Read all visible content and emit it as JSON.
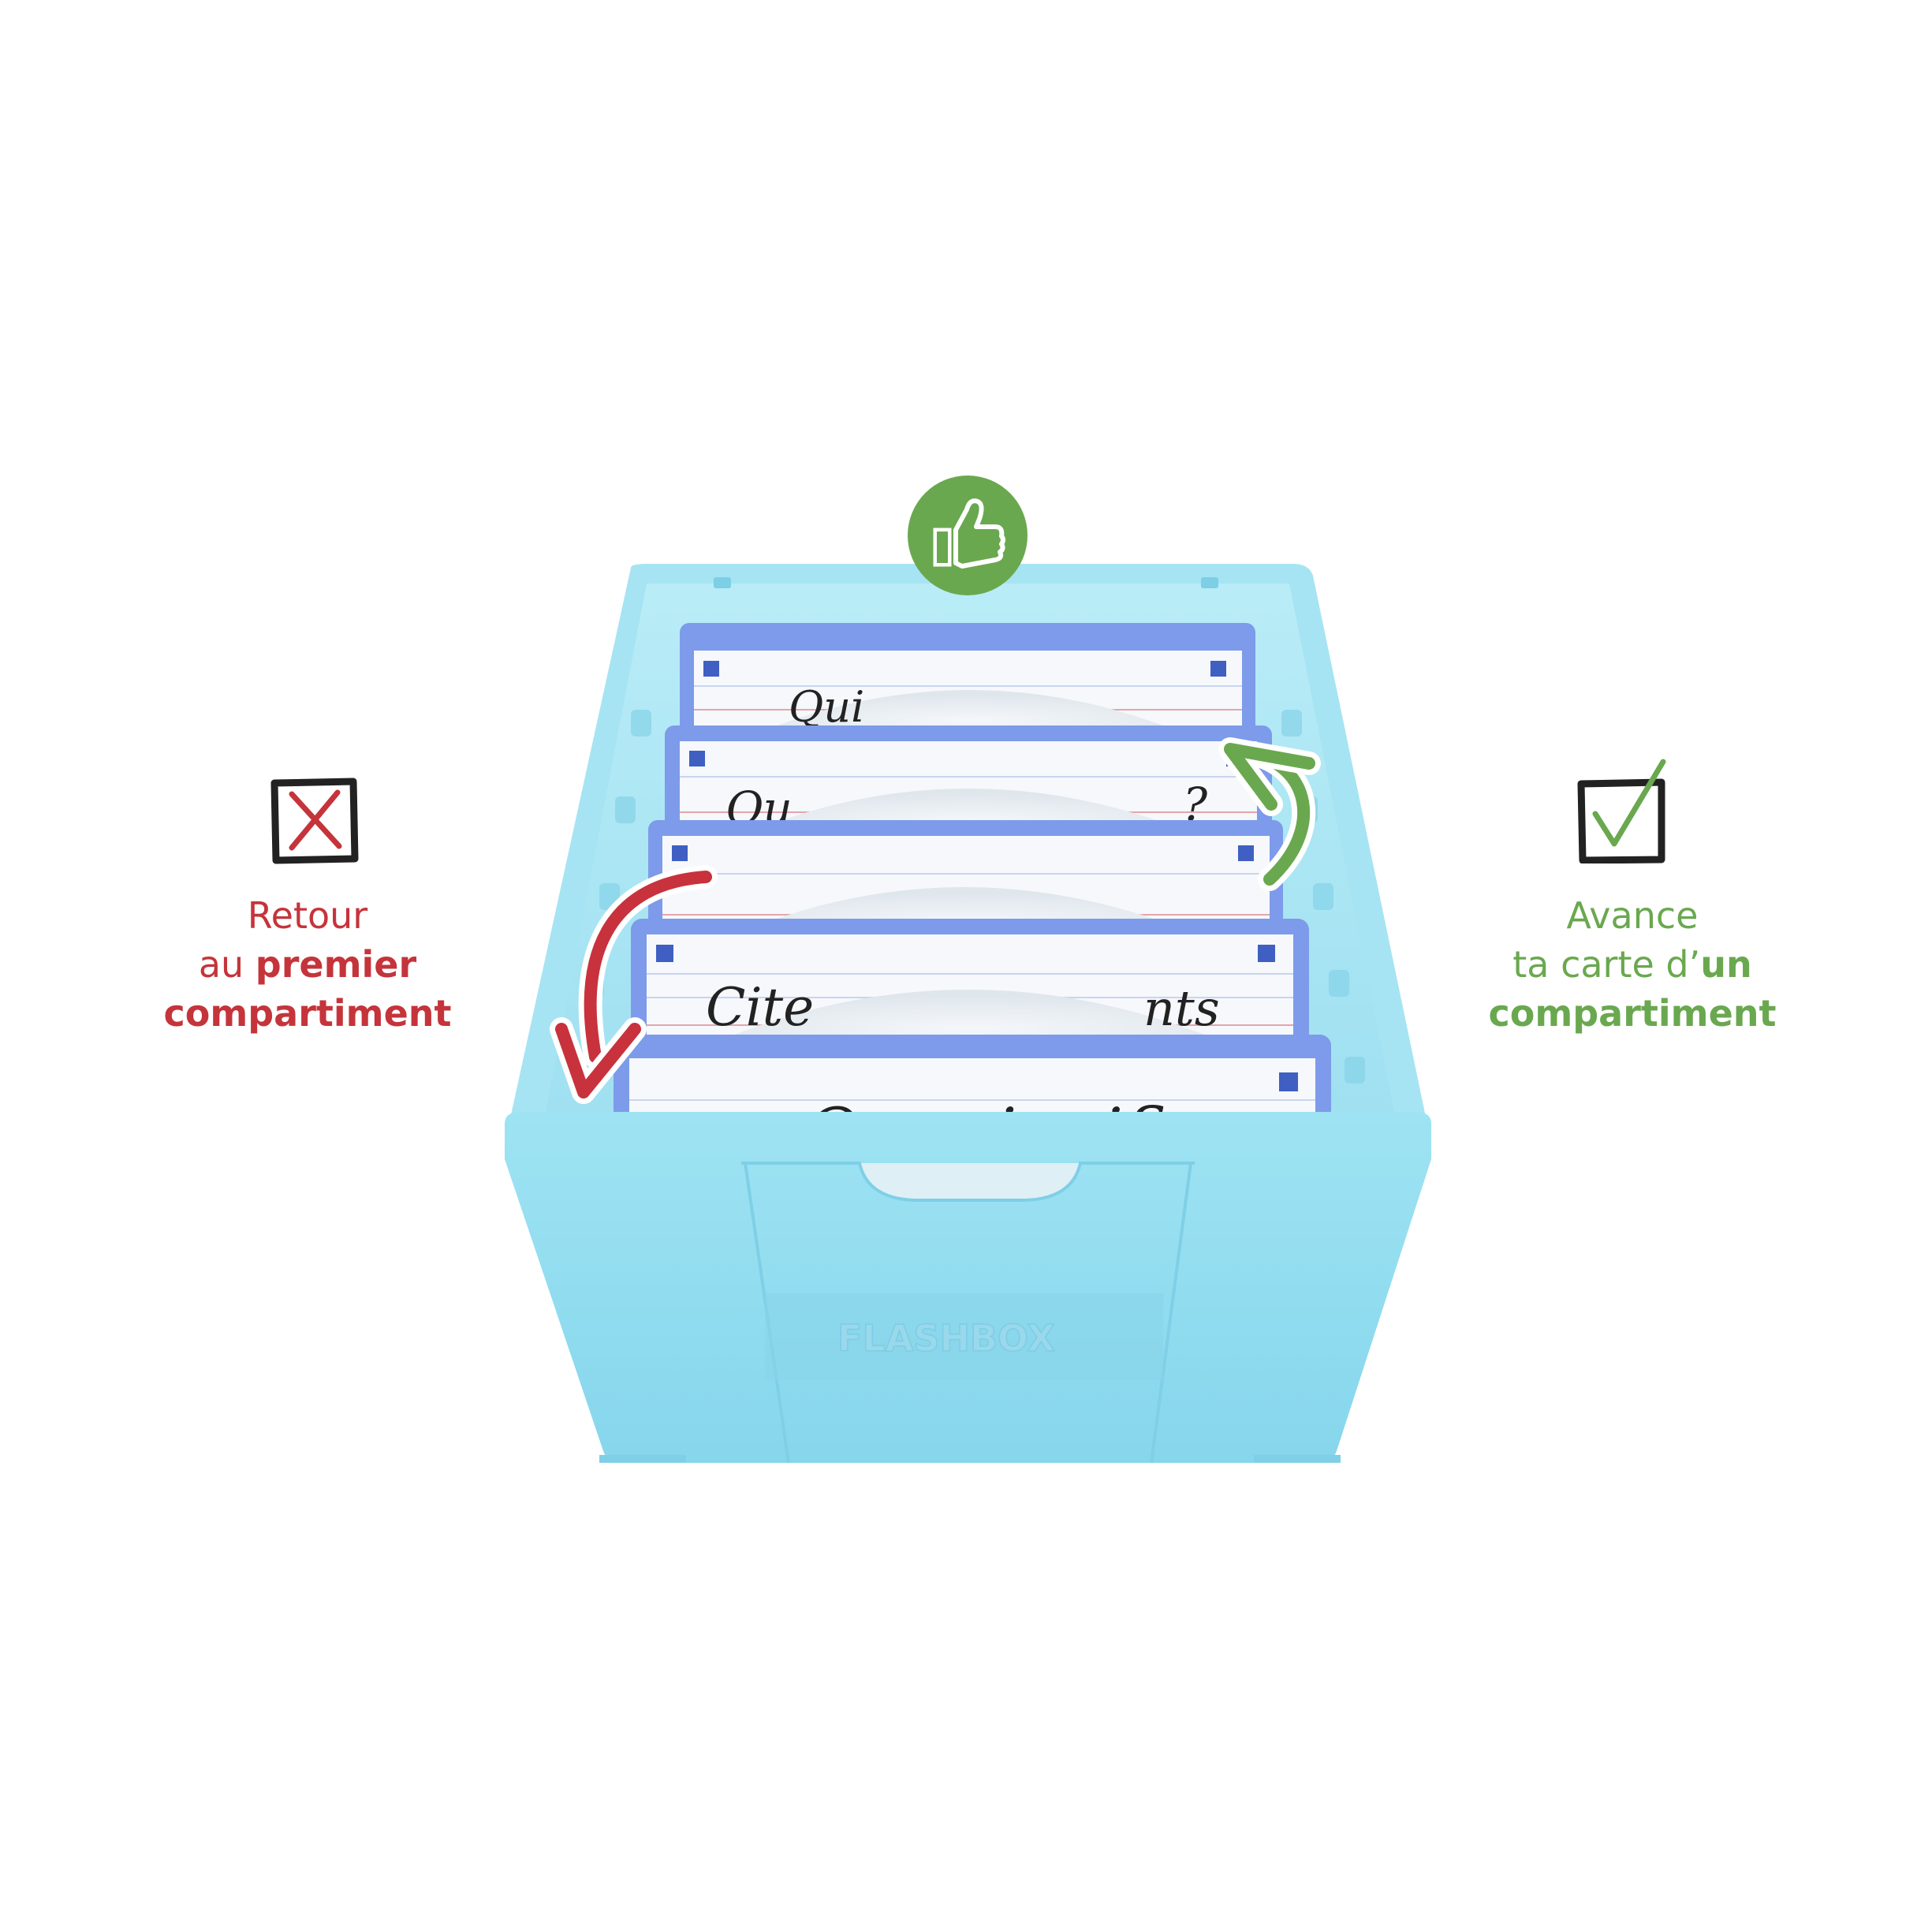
{
  "left": {
    "line1": "Retour",
    "line2_prefix": "au ",
    "line2_bold": "premier",
    "line3_bold": "compartiment",
    "color": "#c5343b",
    "icon": "x-checkbox-icon"
  },
  "right": {
    "line1": "Avance",
    "line2_prefix": "ta carte d’",
    "line2_bold": "un",
    "line3_bold": "compartiment",
    "color": "#6aa84f",
    "icon": "check-checkbox-icon"
  },
  "top_badge": {
    "icon": "thumbs-up-icon",
    "color": "#6aa84f"
  },
  "box": {
    "brand": "FLASHBOX",
    "color": "#8fdcef",
    "card_texts": [
      "Qui",
      "Qu",
      "Cite",
      "Que signifie"
    ]
  },
  "arrows": {
    "back_color": "#c5343b",
    "forward_color": "#6aa84f"
  }
}
